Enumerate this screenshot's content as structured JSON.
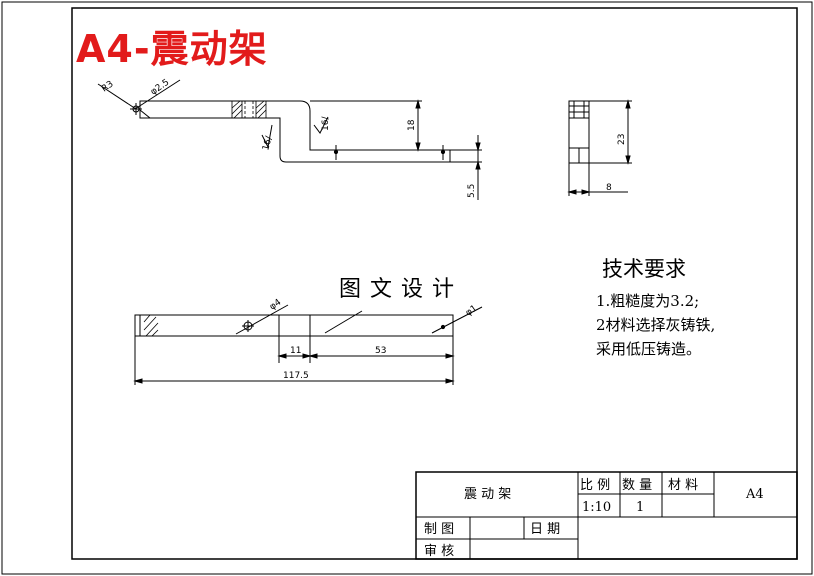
{
  "corner_title": "A4-震动架",
  "design_label": "图 文 设 计",
  "requirements": {
    "heading": "技术要求",
    "lines": [
      "1.粗糙度为3.2;",
      "2材料选择灰铸铁,",
      "采用低压铸造。"
    ]
  },
  "dims_front": {
    "radius": "R3",
    "hole_dia": "φ2.5",
    "roughness_left": "16/",
    "roughness_right": "16/",
    "height": "18",
    "step": "5.5"
  },
  "dims_side": {
    "height": "23",
    "width": "8"
  },
  "dims_top": {
    "hole_a": "φ4",
    "hole_b": "φ1",
    "span_a": "11",
    "span_b": "53",
    "total": "117.5"
  },
  "title_block": {
    "part_name": "震 动 架",
    "scale_label": "比 例",
    "qty_label": "数 量",
    "material_label": "材 料",
    "sheet_size": "A4",
    "scale_value": "1:10",
    "qty_value": "1",
    "drawn_label": "制 图",
    "date_label": "日 期",
    "checked_label": "审 核"
  },
  "colors": {
    "title_red": "#e21b1b",
    "line": "#000000"
  }
}
